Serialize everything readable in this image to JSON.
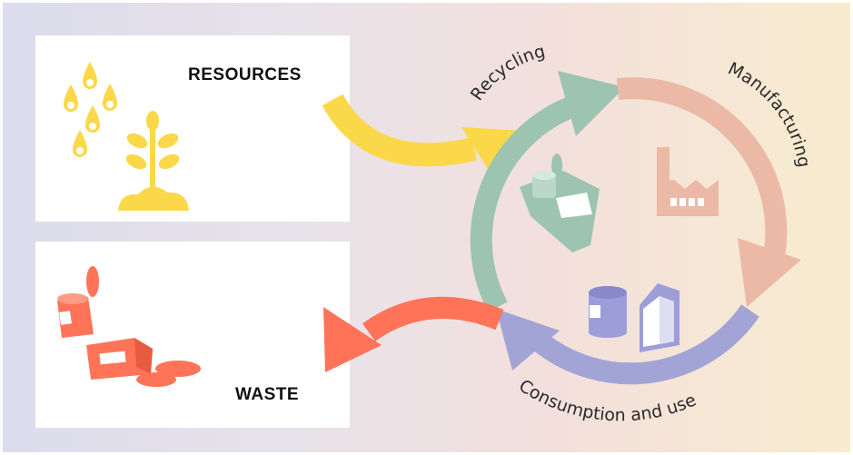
{
  "panels": {
    "resources": {
      "label": "RESOURCES"
    },
    "waste": {
      "label": "WASTE"
    }
  },
  "cycle": {
    "recycling": "Recycling",
    "manufacturing": "Manufacturing",
    "consumption": "Consumption and use"
  },
  "colors": {
    "resources": "#fbd84a",
    "recycling": "#9cc4b0",
    "manufacturing": "#ebb9a6",
    "consumption": "#a3a4d6",
    "waste": "#ff7458"
  }
}
